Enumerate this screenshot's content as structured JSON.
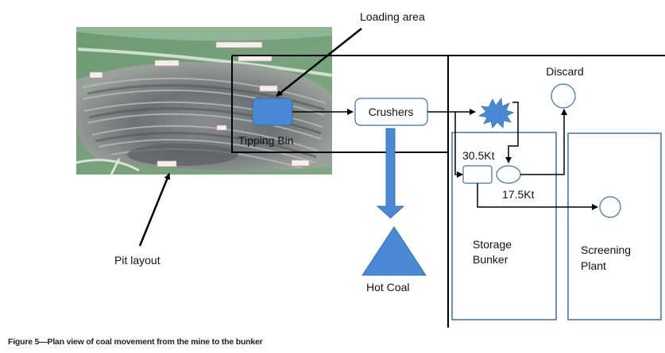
{
  "figure": {
    "caption": "Figure 5—Plan view of coal movement from the mine to the bunker"
  },
  "photo": {
    "description": "Aerial photo of open-pit mine (pit layout)"
  },
  "labels": {
    "loading_area": "Loading area",
    "tipping_bin": "Tipping Bin",
    "crushers": "Crushers",
    "hot_coal": "Hot Coal",
    "pit_layout": "Pit layout",
    "discard": "Discard",
    "tonnage_1": "30.5Kt",
    "tonnage_2": "17.5Kt",
    "storage_bunker_line1": "Storage",
    "storage_bunker_line2": "Bunker",
    "screening_plant_line1": "Screening",
    "screening_plant_line2": "Plant"
  },
  "colors": {
    "blue_fill": "#4a8ad4",
    "blue_stroke": "#41719c",
    "box_stroke": "#41719c",
    "line": "#000000"
  }
}
